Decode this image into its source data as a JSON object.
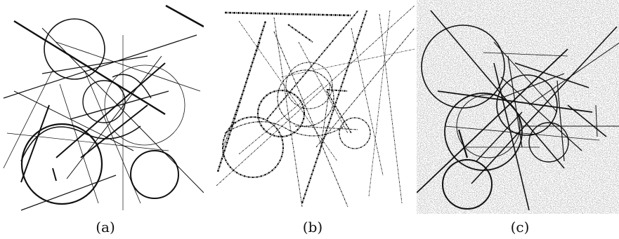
{
  "captions": {
    "a": "(a)",
    "b": "(b)",
    "c": "(c)"
  },
  "colors": {
    "stroke": "#111111",
    "background": "#ffffff",
    "noise": "#9a9a9a"
  }
}
